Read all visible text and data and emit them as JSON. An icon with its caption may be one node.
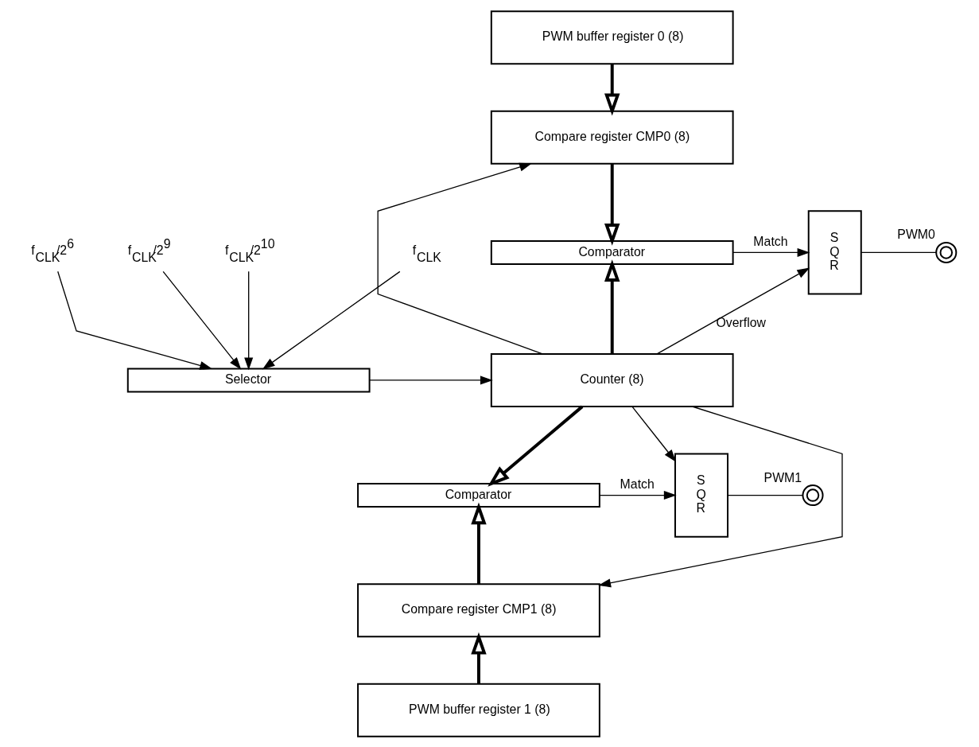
{
  "diagram": {
    "nodes": [
      {
        "text": [
          "PWM buffer register 0 (8)"
        ]
      },
      {
        "text": [
          "Compare register CMP0 (8)"
        ]
      },
      {
        "text": [
          "Comparator"
        ]
      },
      {
        "text": [
          "S",
          "Q",
          "R"
        ]
      },
      {
        "text": [],
        "shape": "circle",
        "beside": [
          "PWM0"
        ]
      },
      {
        "text": [
          "f$_{CLK}$"
        ]
      },
      {
        "text": [
          "f$_{CLK}$/2$^{6}$"
        ]
      },
      {
        "text": [
          "f$_{CLK}$/2$^{9}$"
        ]
      },
      {
        "text": [
          "f$_{CLK}$/2$^{10}$"
        ]
      },
      {
        "text": [
          "Selector"
        ]
      },
      {
        "text": [
          "Counter (8)"
        ]
      },
      {
        "text": [
          "Comparator"
        ]
      },
      {
        "text": [
          "S",
          "Q",
          "R"
        ]
      },
      {
        "text": [],
        "shape": "circle",
        "beside": [
          "PWM1"
        ]
      },
      {
        "text": [
          "Compare register CMP1 (8)"
        ]
      },
      {
        "text": [
          "PWM buffer register 1 (8)"
        ]
      }
    ],
    "edges": [
      {
        "from": 0,
        "to": 1,
        "arrow": "to",
        "style": "thick"
      },
      {
        "from": 1,
        "to": 2,
        "arrow": "to",
        "style": "thick"
      },
      {
        "from": 10,
        "to": 2,
        "arrow": "to",
        "style": "thick"
      },
      {
        "from": 2,
        "to": 3,
        "arrow": "to",
        "label": "Match"
      },
      {
        "from": 3,
        "to": 4,
        "arrow": "none"
      },
      {
        "from": 5,
        "to": 9,
        "arrow": "to"
      },
      {
        "from": 6,
        "to": 9,
        "arrow": "to"
      },
      {
        "from": 7,
        "to": 9,
        "arrow": "to"
      },
      {
        "from": 8,
        "to": 9,
        "arrow": "to"
      },
      {
        "from": 9,
        "to": 10,
        "arrow": "to"
      },
      {
        "from": 10,
        "to": 3,
        "arrow": "to",
        "label": "Overflow"
      },
      {
        "from": 10,
        "to": 12,
        "arrow": "to"
      },
      {
        "from": 10,
        "to": 1,
        "arrow": "to"
      },
      {
        "from": 10,
        "to": 14,
        "arrow": "to"
      },
      {
        "from": 10,
        "to": 11,
        "arrow": "to",
        "style": "thick"
      },
      {
        "from": 11,
        "to": 12,
        "arrow": "to",
        "label": "Match"
      },
      {
        "from": 12,
        "to": 13,
        "arrow": "none"
      },
      {
        "from": 14,
        "to": 11,
        "arrow": "to",
        "style": "thick"
      },
      {
        "from": 15,
        "to": 14,
        "arrow": "to",
        "style": "thick"
      }
    ]
  }
}
